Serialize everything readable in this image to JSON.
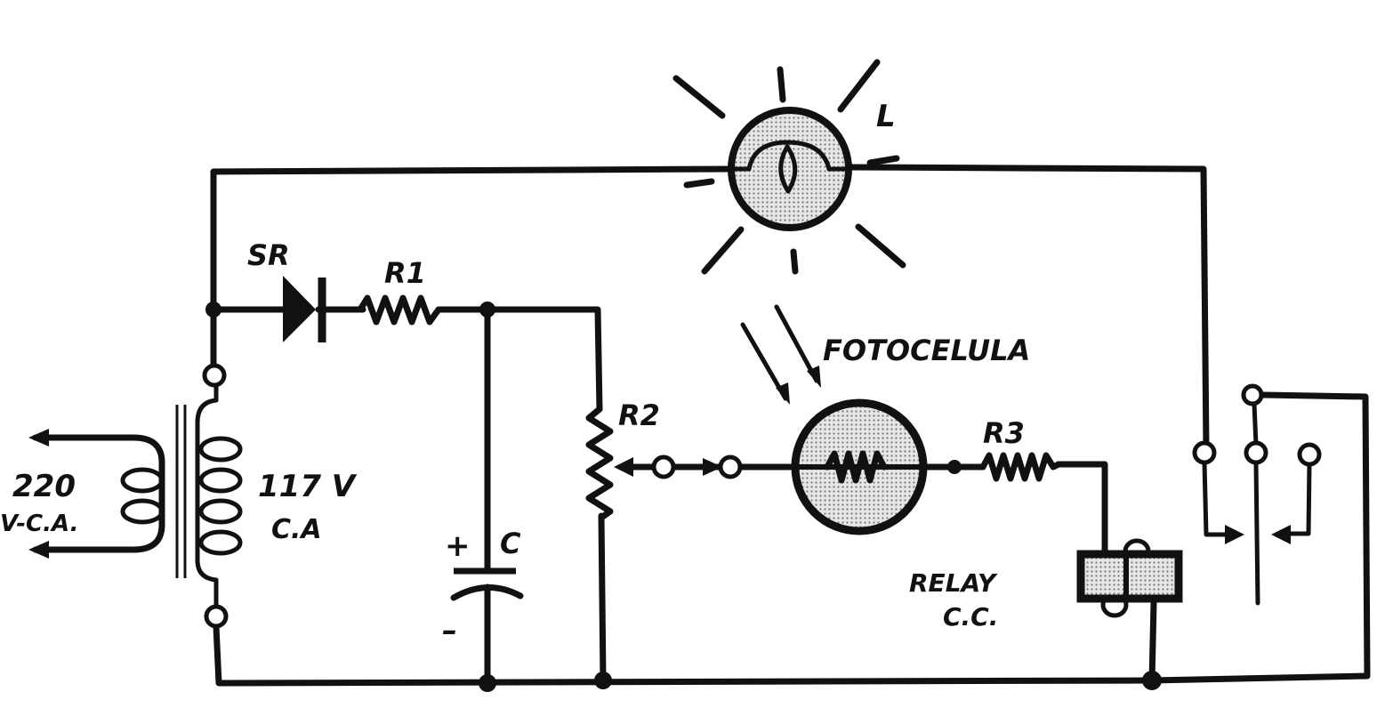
{
  "diagram": {
    "title": "",
    "colors": {
      "ink": "#111111",
      "paper": "#ffffff",
      "shade": "#c8c8c8"
    },
    "labels": {
      "primary_voltage": "220",
      "primary_type": "V-C.A.",
      "secondary_voltage": "117 V",
      "secondary_type": "C.A",
      "rectifier": "SR",
      "r1": "R1",
      "r2": "R2",
      "r3": "R3",
      "capacitor": "C",
      "cap_plus": "+",
      "cap_minus": "–",
      "photocell": "FOTOCELULA",
      "lamp": "L",
      "relay_line1": "RELAY",
      "relay_line2": "C.C."
    },
    "components": [
      {
        "id": "T1",
        "type": "transformer",
        "primary": "220 V-C.A.",
        "secondary": "117 V C.A"
      },
      {
        "id": "SR",
        "type": "diode"
      },
      {
        "id": "R1",
        "type": "resistor"
      },
      {
        "id": "C",
        "type": "electrolytic-capacitor"
      },
      {
        "id": "R2",
        "type": "potentiometer"
      },
      {
        "id": "FOTOCELULA",
        "type": "photoresistor"
      },
      {
        "id": "R3",
        "type": "resistor"
      },
      {
        "id": "RELAY",
        "type": "relay-coil",
        "note": "C.C."
      },
      {
        "id": "L",
        "type": "lamp"
      },
      {
        "id": "K1",
        "type": "relay-contacts"
      }
    ]
  }
}
